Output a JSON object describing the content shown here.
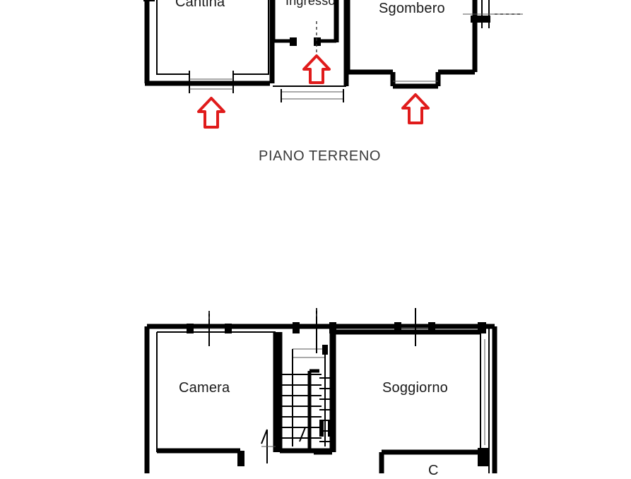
{
  "document": {
    "type": "floor-plan",
    "background_color": "#ffffff",
    "wall_color": "#000000",
    "arrow_color": "#e01b1b",
    "text_color": "#1a1a1a"
  },
  "floors": [
    {
      "id": "ground-floor",
      "title": "PIANO TERRENO",
      "rooms": [
        {
          "id": "cantina",
          "label": "Cantina"
        },
        {
          "id": "ingresso",
          "label": "Ingresso"
        },
        {
          "id": "sgombero",
          "label": "Sgombero"
        }
      ],
      "annotations": [
        {
          "id": "arrow-cantina",
          "type": "arrow-up",
          "color": "#e01b1b"
        },
        {
          "id": "arrow-ingresso",
          "type": "arrow-up",
          "color": "#e01b1b"
        },
        {
          "id": "arrow-sgombero",
          "type": "arrow-up",
          "color": "#e01b1b"
        }
      ]
    },
    {
      "id": "upper-floor",
      "title": "",
      "rooms": [
        {
          "id": "camera",
          "label": "Camera"
        },
        {
          "id": "soggiorno",
          "label": "Soggiorno"
        },
        {
          "id": "room-bottom-partial",
          "label": "C"
        }
      ],
      "features": [
        {
          "id": "staircase",
          "label": ""
        }
      ]
    }
  ]
}
